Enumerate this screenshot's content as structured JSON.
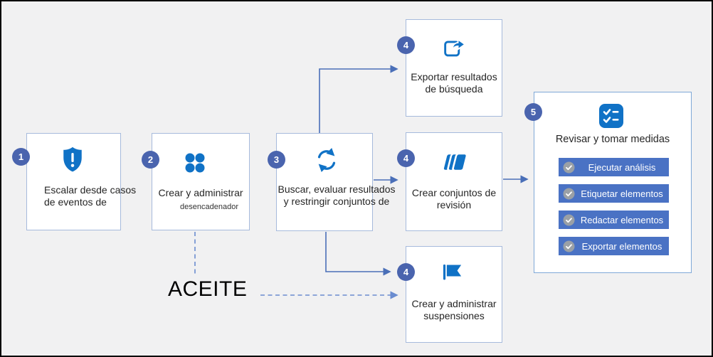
{
  "colors": {
    "background": "#f1f1f2",
    "icon_accent": "#1072c6",
    "badge": "#4a64ae",
    "action_button": "#4a72c4",
    "connector_solid": "#4a6fb8",
    "connector_dashed": "#6a8cd0",
    "box_border": "#a6badc",
    "check_circle": "#9aa0a6"
  },
  "steps": {
    "step1": {
      "badge": "1",
      "line1": "Escalar desde casos",
      "line2": "de eventos de",
      "icon": "shield-exclamation"
    },
    "step2": {
      "badge": "2",
      "line1": "Crear y administrar",
      "line2": "desencadenador",
      "icon": "app-grid-dots"
    },
    "step3": {
      "badge": "3",
      "line1": "Buscar, evaluar resultados",
      "line2": "y restringir conjuntos de",
      "icon": "sync-arrows"
    },
    "step4_export": {
      "badge": "4",
      "line1": "Exportar resultados",
      "line2": "de búsqueda",
      "icon": "export-share"
    },
    "step4_review": {
      "badge": "4",
      "line1": "Crear conjuntos de",
      "line2": "revisión",
      "icon": "collection-layers"
    },
    "step4_holds": {
      "badge": "4",
      "line1": "Crear y administrar",
      "line2": "suspensiones",
      "icon": "flag"
    },
    "step5": {
      "badge": "5",
      "title": "Revisar y tomar medidas",
      "icon": "checklist",
      "actions": [
        "Ejecutar análisis",
        "Etiquetar elementos",
        "Redactar elementos",
        "Exportar elementos"
      ]
    }
  },
  "annotation": {
    "text": "ACEITE"
  }
}
